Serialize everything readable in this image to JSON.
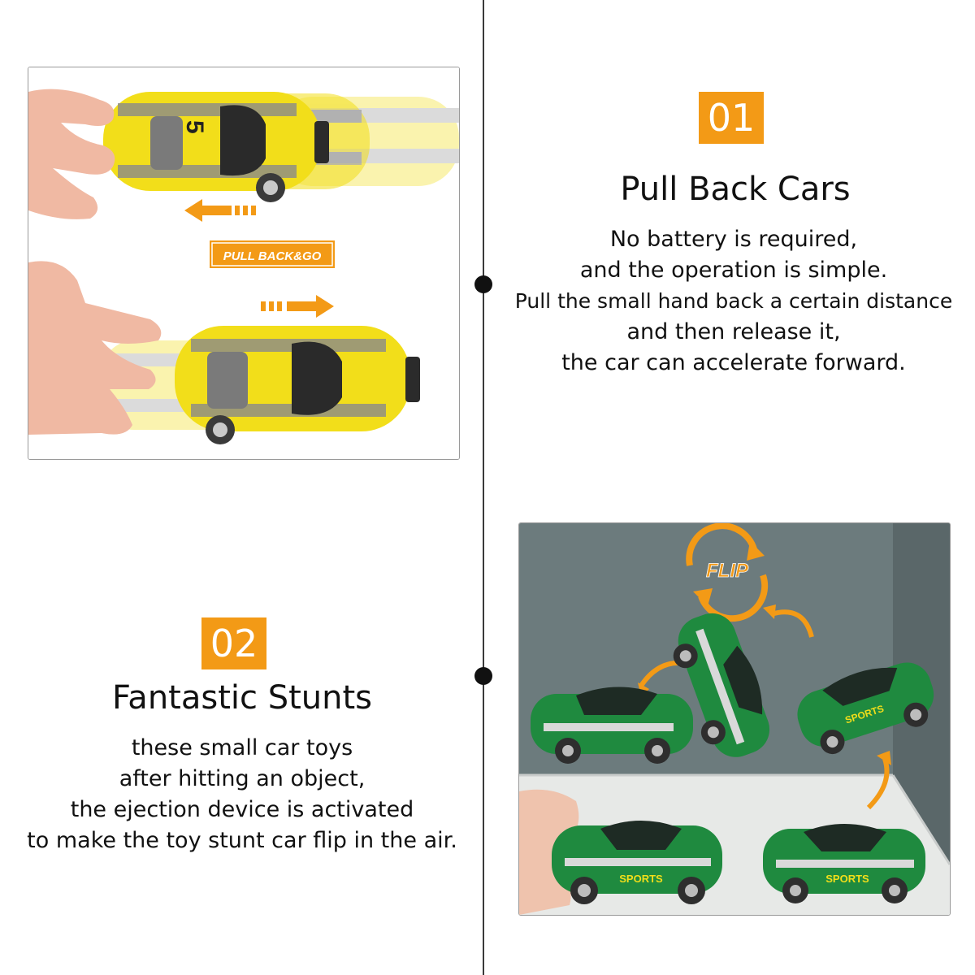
{
  "section1": {
    "number": "01",
    "title": "Pull Back Cars",
    "lines": [
      "No battery is required,",
      "and the operation is simple.",
      "Pull the small hand back a certain distance",
      "and then release it,",
      "the car can accelerate forward."
    ],
    "image_label": "PULL BACK&GO",
    "car_number": "5"
  },
  "section2": {
    "number": "02",
    "title": "Fantastic  Stunts",
    "lines": [
      "these small car toys",
      "after hitting an object,",
      "the ejection device is activated",
      "to make the toy stunt car flip in the air."
    ],
    "image_label": "FLIP",
    "car_decal": "SPORTS"
  },
  "colors": {
    "accent": "#f39a16",
    "car_yellow": "#f2de1a",
    "car_green": "#1f8a3f",
    "wall": "#6c7b7d",
    "floor": "#e7e9e7"
  }
}
